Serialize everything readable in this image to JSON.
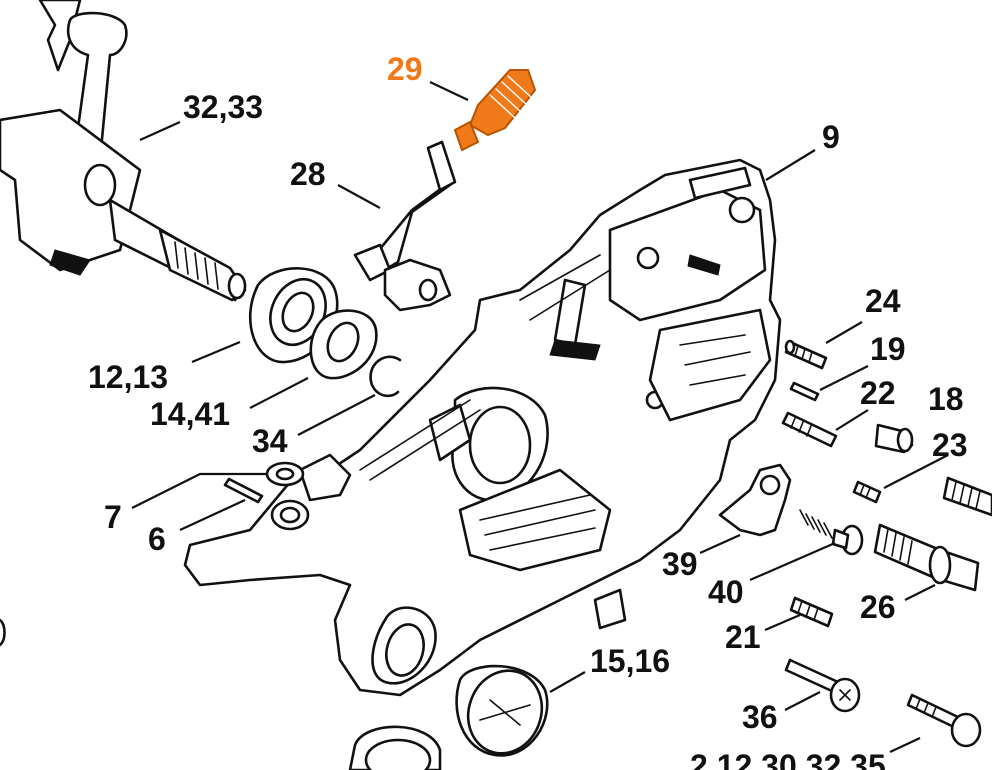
{
  "highlight_color": "#f07a1a",
  "labels": {
    "p29": "29",
    "p32_33": "32,33",
    "p28": "28",
    "p9": "9",
    "p24": "24",
    "p19": "19",
    "p22": "22",
    "p18": "18",
    "p23": "23",
    "p12_13": "12,13",
    "p14_41": "14,41",
    "p34": "34",
    "p7": "7",
    "p6": "6",
    "p39": "39",
    "p40": "40",
    "p26": "26",
    "p21": "21",
    "p15_16": "15,16",
    "p36": "36",
    "p_bottom": "2,12,30,32,35"
  }
}
